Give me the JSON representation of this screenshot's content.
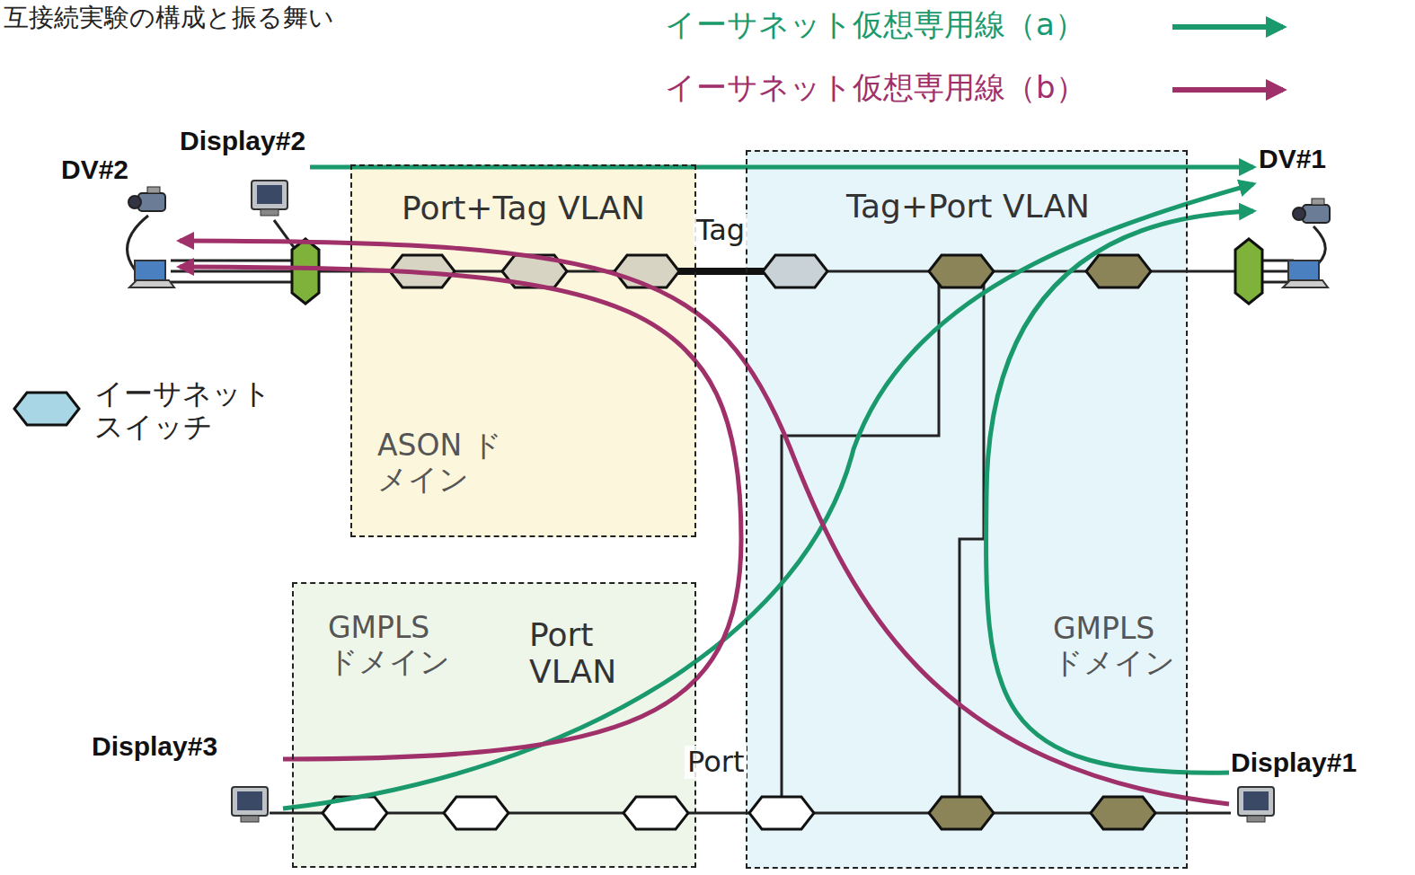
{
  "diagram": {
    "title": "互接続実験の構成と振る舞い",
    "nodes": [
      {
        "text": [
          "Display#2"
        ]
      },
      {
        "text": [
          "DV#2"
        ]
      },
      {
        "text": [
          "DV#1"
        ]
      },
      {
        "text": [
          "Port+Tag VLAN",
          "ASON ドメイン"
        ]
      },
      {
        "text": [
          "Tag+Port VLAN",
          "GMPLS ドメイン"
        ]
      },
      {
        "text": [
          "GMPLS ドメイン",
          "Port VLAN"
        ]
      },
      {
        "text": [
          "Display#3"
        ]
      },
      {
        "text": [
          "Display#1"
        ]
      }
    ],
    "edges": [
      {
        "from": 0,
        "to": 2,
        "arrow": "to"
      },
      {
        "from": 6,
        "to": 2,
        "arrow": "to"
      },
      {
        "from": 7,
        "to": 2,
        "arrow": "to"
      },
      {
        "from": 6,
        "to": 1,
        "arrow": "to"
      },
      {
        "from": 7,
        "to": 1,
        "arrow": "to"
      }
    ],
    "labels": [
      "Tag",
      "Port"
    ],
    "legend": [
      {
        "text": "イーサネット仮想専用線（a）"
      },
      {
        "text": "イーサネット仮想専用線（b）"
      },
      {
        "text": "イーサネット スイッチ"
      }
    ]
  }
}
